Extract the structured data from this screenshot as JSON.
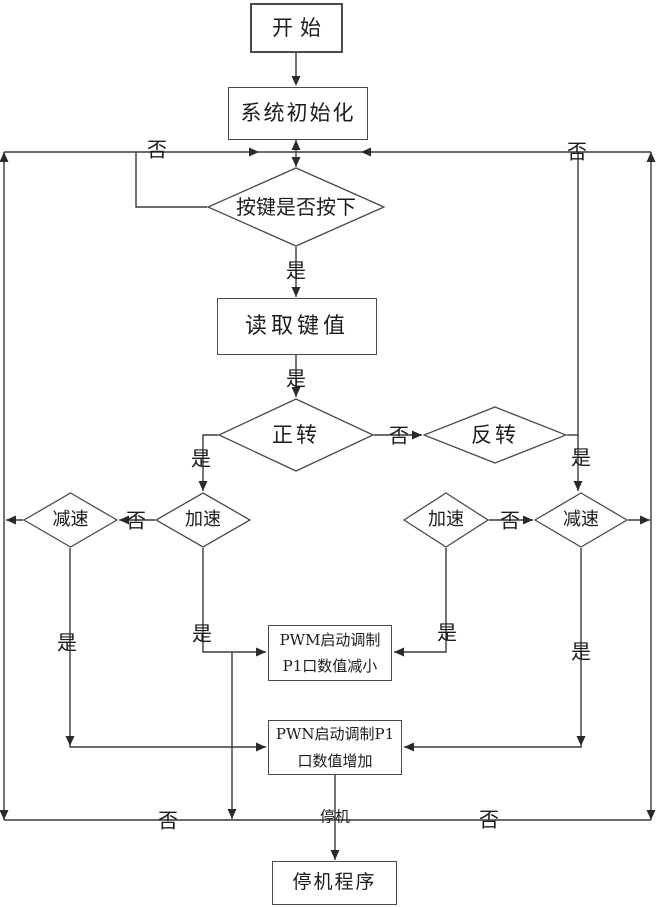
{
  "nodes": {
    "start": {
      "label": "开始"
    },
    "init": {
      "label": "系统初始化"
    },
    "key_check": {
      "label": "按键是否按下"
    },
    "read_key": {
      "label": "读取键值"
    },
    "forward": {
      "label": "正转"
    },
    "reverse": {
      "label": "反转"
    },
    "left_decel": {
      "label": "减速"
    },
    "left_accel": {
      "label": "加速"
    },
    "right_accel": {
      "label": "加速"
    },
    "right_decel": {
      "label": "减速"
    },
    "pwm_decrease": {
      "line1": "PWM启动调制",
      "line2": "P1口数值减小"
    },
    "pwm_increase": {
      "line1": "PWN启动调制P1",
      "line2": "口数值增加"
    },
    "stop_program": {
      "label": "停机程序"
    }
  },
  "edge_labels": {
    "key_no": "否",
    "reverse_no": "否",
    "key_yes": "是",
    "read_yes": "是",
    "forward_no": "否",
    "forward_yes": "是",
    "reverse_yes": "是",
    "left_accel_no": "否",
    "left_decel_yes": "是",
    "left_accel_yes": "是",
    "right_accel_no": "否",
    "right_accel_yes": "是",
    "right_decel_yes": "是",
    "bottom_left_no": "否",
    "bottom_right_no": "否",
    "stop": "停机"
  },
  "colors": {
    "line": "#3a3a3a",
    "text": "#1c1c1c",
    "background": "#ffffff"
  }
}
